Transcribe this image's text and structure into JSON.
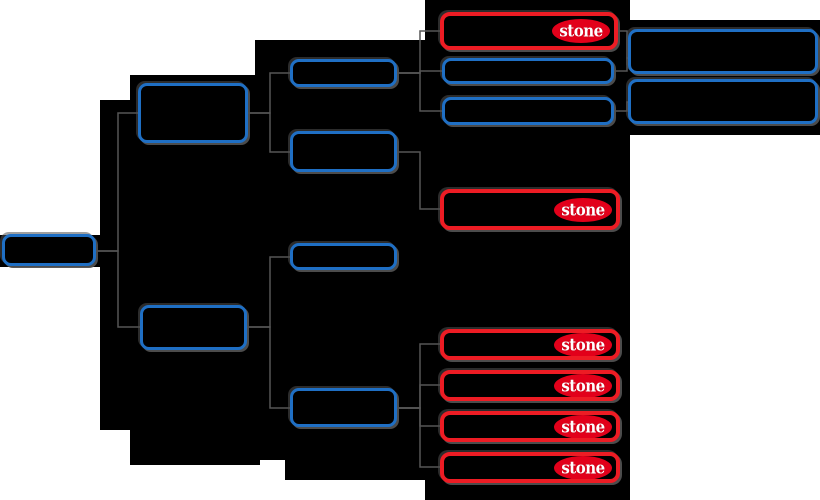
{
  "diagram": {
    "title": "Redacted hierarchy diagram",
    "type": "tree",
    "background_color": "#ffffff",
    "blue_outline_color": "#1f6fc4",
    "red_outline_color": "#ed1c24",
    "brand_badge_color": "#e2001a",
    "redaction_color": "#000000"
  },
  "badge": {
    "text": "stone"
  },
  "nodes": {
    "root": {
      "label": ""
    },
    "level2": [
      {
        "label": ""
      },
      {
        "label": ""
      }
    ],
    "level3": [
      {
        "label": ""
      },
      {
        "label": ""
      },
      {
        "label": ""
      },
      {
        "label": ""
      }
    ],
    "level4": [
      {
        "label": "",
        "style": "red",
        "badge": true
      },
      {
        "label": "",
        "style": "blue",
        "badge": false
      },
      {
        "label": "",
        "style": "blue",
        "badge": false
      },
      {
        "label": "",
        "style": "red",
        "badge": true
      },
      {
        "label": "",
        "style": "red",
        "badge": true
      },
      {
        "label": "",
        "style": "red",
        "badge": true
      },
      {
        "label": "",
        "style": "red",
        "badge": true
      },
      {
        "label": "",
        "style": "red",
        "badge": true
      }
    ],
    "level5": [
      {
        "label": ""
      },
      {
        "label": ""
      }
    ]
  }
}
